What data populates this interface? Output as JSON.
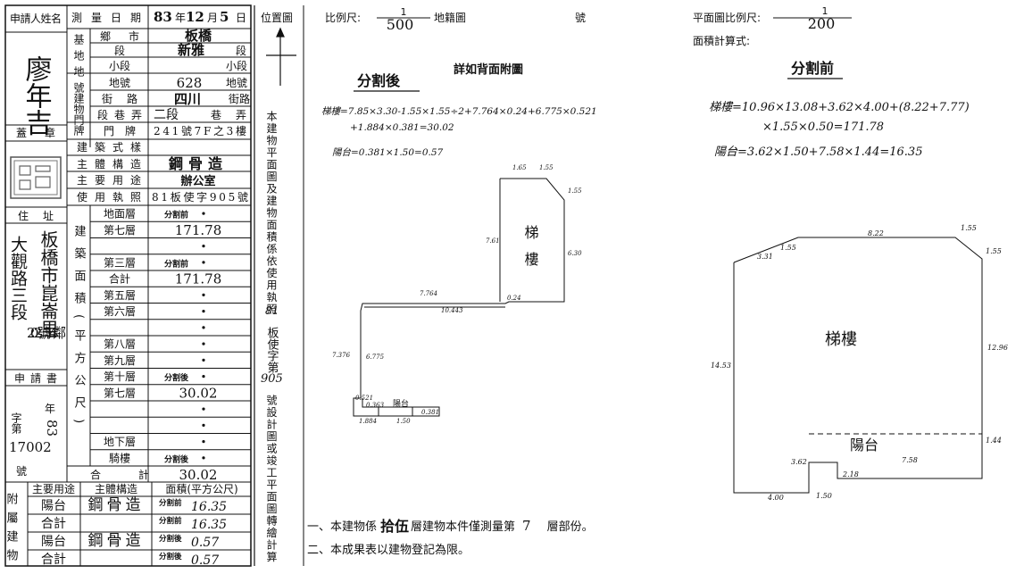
{
  "form": {
    "applicant_label": "申請人姓名",
    "applicant_name": "廖年吉",
    "seal_label": "蓋章",
    "address_label": "住址",
    "address_line1": "板橋市崑崙里",
    "address_line2": "大觀路三段",
    "address_line3": "202號14鄰",
    "application_label": "申請書",
    "doc_year_label": "年",
    "doc_year": "83",
    "doc_char_label": "字第",
    "doc_number": "17002",
    "doc_number_label": "號",
    "survey_date_label": "測量日期",
    "survey_year": "83",
    "survey_month": "12",
    "survey_day": "5",
    "year_label": "年",
    "month_label": "月",
    "day_label": "日",
    "base_group_label": "基地地號",
    "town_label": "鄉市",
    "town": "板橋",
    "section_label": "段",
    "section": "新雅",
    "section_unit": "段",
    "subsection_label": "小段",
    "subsection_unit": "小段",
    "lot_label": "地號",
    "lot_number": "628",
    "lot_unit": "地號",
    "door_group_label": "建物門牌",
    "street_label": "街路",
    "street": "四川",
    "street_unit": "街路",
    "lane_label": "段巷弄",
    "lane_value": "二段",
    "lane_unit": "巷弄",
    "doorplate_label": "門牌",
    "doorplate": "241號7F之3樓",
    "style_label": "建築式樣",
    "structure_label": "主體構造",
    "structure": "鋼骨造",
    "use_label": "主要用途",
    "use": "辦公室",
    "license_label": "使用執照",
    "license": "81板使字905號",
    "area_group_label": "建築面積(平方公尺)",
    "floors": [
      {
        "label": "地面層",
        "note": "分割前",
        "value": ""
      },
      {
        "label": "第七層",
        "note": "",
        "value": "171.78"
      },
      {
        "label": "",
        "note": "",
        "value": ""
      },
      {
        "label": "第三層",
        "note": "分割前",
        "value": ""
      },
      {
        "label": "合計",
        "note": "",
        "value": "171.78"
      },
      {
        "label": "第五層",
        "note": "",
        "value": ""
      },
      {
        "label": "第六層",
        "note": "",
        "value": ""
      },
      {
        "label": "",
        "note": "",
        "value": ""
      },
      {
        "label": "第八層",
        "note": "",
        "value": ""
      },
      {
        "label": "第九層",
        "note": "",
        "value": ""
      },
      {
        "label": "第十層",
        "note": "分割後",
        "value": ""
      },
      {
        "label": "第七層",
        "note": "",
        "value": "30.02"
      },
      {
        "label": "",
        "note": "",
        "value": ""
      },
      {
        "label": "",
        "note": "",
        "value": ""
      },
      {
        "label": "地下層",
        "note": "",
        "value": ""
      },
      {
        "label": "騎樓",
        "note": "分割後",
        "value": ""
      }
    ],
    "total_label": "合計",
    "total_value": "30.02",
    "annex_label": "附屬建物",
    "annex_headers": [
      "主要用途",
      "主體構造",
      "面積(平方公尺)"
    ],
    "annex_rows": [
      {
        "use": "陽台",
        "structure": "鋼骨造",
        "note": "分割前",
        "area": "16.35"
      },
      {
        "use": "合計",
        "structure": "",
        "note": "分割前",
        "area": "16.35"
      },
      {
        "use": "陽台",
        "structure": "鋼骨造",
        "note": "分割後",
        "area": "0.57"
      },
      {
        "use": "合計",
        "structure": "",
        "note": "分割後",
        "area": "0.57"
      }
    ]
  },
  "location": {
    "label": "位置圖",
    "scale_label": "比例尺:",
    "scale_num": "1",
    "scale_den": "500",
    "cadastral_label": "地籍圖",
    "number_label": "號",
    "side_text": "本建物平面圖及建物面積係依使用執照",
    "side_license_num": "81",
    "side_license_char": "板使字第",
    "side_license_no": "905",
    "side_text2": "號設計圖或竣工平面圖轉繪計算"
  },
  "after": {
    "title": "分割後",
    "ref": "詳如背面附圖",
    "formula1": "梯樓=7.85×3.30-1.55×1.55÷2+7.764×0.24+6.775×0.521",
    "formula2": "+1.884×0.381=30.02",
    "formula3": "陽台=0.381×1.50=0.57",
    "room_label": "梯樓",
    "balcony_label": "陽台",
    "dims": [
      "1.65",
      "1.55",
      "1.55",
      "7.61",
      "6.30",
      "7.764",
      "10.443",
      "7.376",
      "6.775",
      "0.363",
      "1.884",
      "1.50",
      "0.381",
      "0.24",
      "0.521"
    ]
  },
  "plan": {
    "scale_label": "平面圖比例尺:",
    "scale_num": "1",
    "scale_den": "200",
    "calc_label": "面積計算式:"
  },
  "before": {
    "title": "分割前",
    "formula1": "梯樓=10.96×13.08+3.62×4.00+(8.22+7.77)",
    "formula2": "×1.55×0.50=171.78",
    "formula3": "陽台=3.62×1.50+7.58×1.44=16.35",
    "room_label": "梯樓",
    "balcony_label": "陽台",
    "dims": [
      "1.55",
      "8.22",
      "1.55",
      "1.55",
      "3.31",
      "12.96",
      "14.53",
      "1.44",
      "7.58",
      "3.62",
      "2.18",
      "4.00",
      "1.50"
    ]
  },
  "notes": {
    "note1_prefix": "一、本建物係",
    "note1_floors": "拾伍",
    "note1_mid": "層建物本件僅測量第",
    "note1_floor": "7",
    "note1_suffix": "層部份。",
    "note2": "二、本成果表以建物登記為限。"
  }
}
